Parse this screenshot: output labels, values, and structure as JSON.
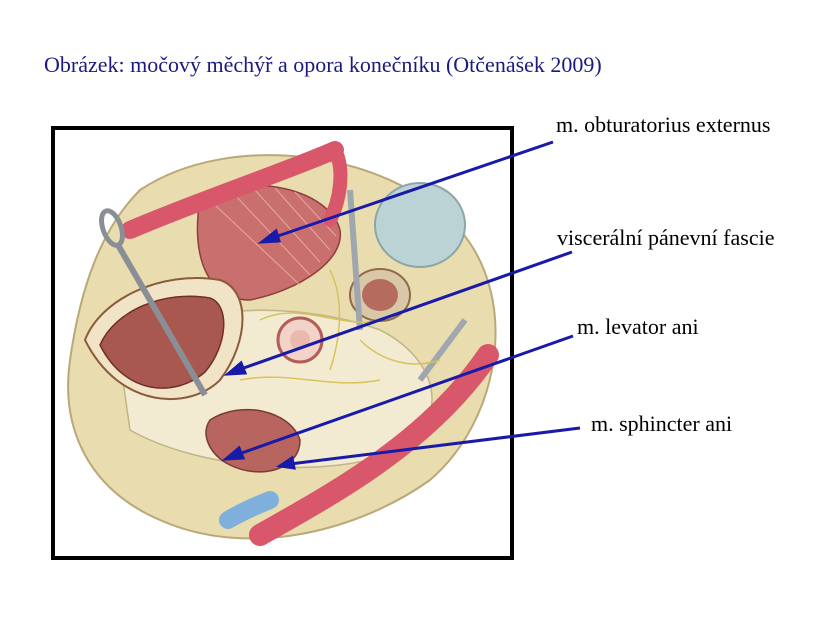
{
  "title": "Obrázek: močový měchýř a opora konečníku (Otčenášek 2009)",
  "labels": [
    {
      "id": "obturatorius",
      "text": "m. obturatorius externus"
    },
    {
      "id": "fascie",
      "text": "viscerální pánevní fascie"
    },
    {
      "id": "levator",
      "text": "m. levator ani"
    },
    {
      "id": "sphincter",
      "text": "m. sphincter ani"
    }
  ],
  "colors": {
    "title": "#1a1a80",
    "pointer": "#1a1aa8",
    "frame": "#000000",
    "bone": "#e9dcaf",
    "muscle": "#c9706e",
    "artery": "#d9576a",
    "vein": "#8fb3d6",
    "fascia": "#cfd6c7"
  }
}
